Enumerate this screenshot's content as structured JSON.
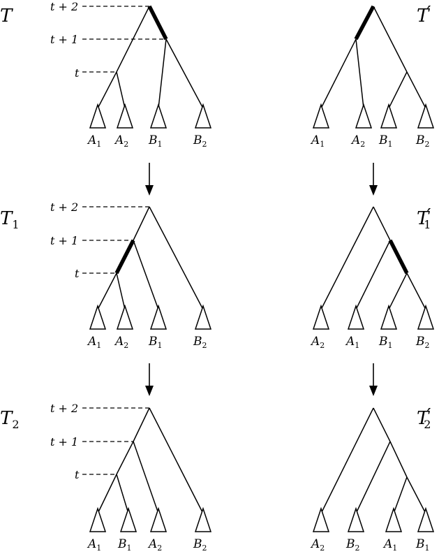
{
  "time_labels": {
    "t": "t",
    "t_plus_1": "t + 1",
    "t_plus_2": "t + 2"
  },
  "panels": [
    {
      "id": "T",
      "title": {
        "base": "T",
        "prime": "",
        "sub": ""
      },
      "leaves": [
        [
          "A",
          "1"
        ],
        [
          "A",
          "2"
        ],
        [
          "B",
          "1"
        ],
        [
          "B",
          "2"
        ]
      ]
    },
    {
      "id": "Tp",
      "title": {
        "base": "T",
        "prime": "′",
        "sub": ""
      },
      "leaves": [
        [
          "A",
          "1"
        ],
        [
          "A",
          "2"
        ],
        [
          "B",
          "1"
        ],
        [
          "B",
          "2"
        ]
      ]
    },
    {
      "id": "T1",
      "title": {
        "base": "T",
        "prime": "",
        "sub": "1"
      },
      "leaves": [
        [
          "A",
          "1"
        ],
        [
          "A",
          "2"
        ],
        [
          "B",
          "1"
        ],
        [
          "B",
          "2"
        ]
      ]
    },
    {
      "id": "T1p",
      "title": {
        "base": "T",
        "prime": "′",
        "sub": "1"
      },
      "leaves": [
        [
          "A",
          "2"
        ],
        [
          "A",
          "1"
        ],
        [
          "B",
          "1"
        ],
        [
          "B",
          "2"
        ]
      ]
    },
    {
      "id": "T2",
      "title": {
        "base": "T",
        "prime": "",
        "sub": "2"
      },
      "leaves": [
        [
          "A",
          "1"
        ],
        [
          "B",
          "1"
        ],
        [
          "A",
          "2"
        ],
        [
          "B",
          "2"
        ]
      ]
    },
    {
      "id": "T2p",
      "title": {
        "base": "T",
        "prime": "′",
        "sub": "2"
      },
      "leaves": [
        [
          "A",
          "2"
        ],
        [
          "B",
          "2"
        ],
        [
          "A",
          "1"
        ],
        [
          "B",
          "1"
        ]
      ]
    }
  ]
}
